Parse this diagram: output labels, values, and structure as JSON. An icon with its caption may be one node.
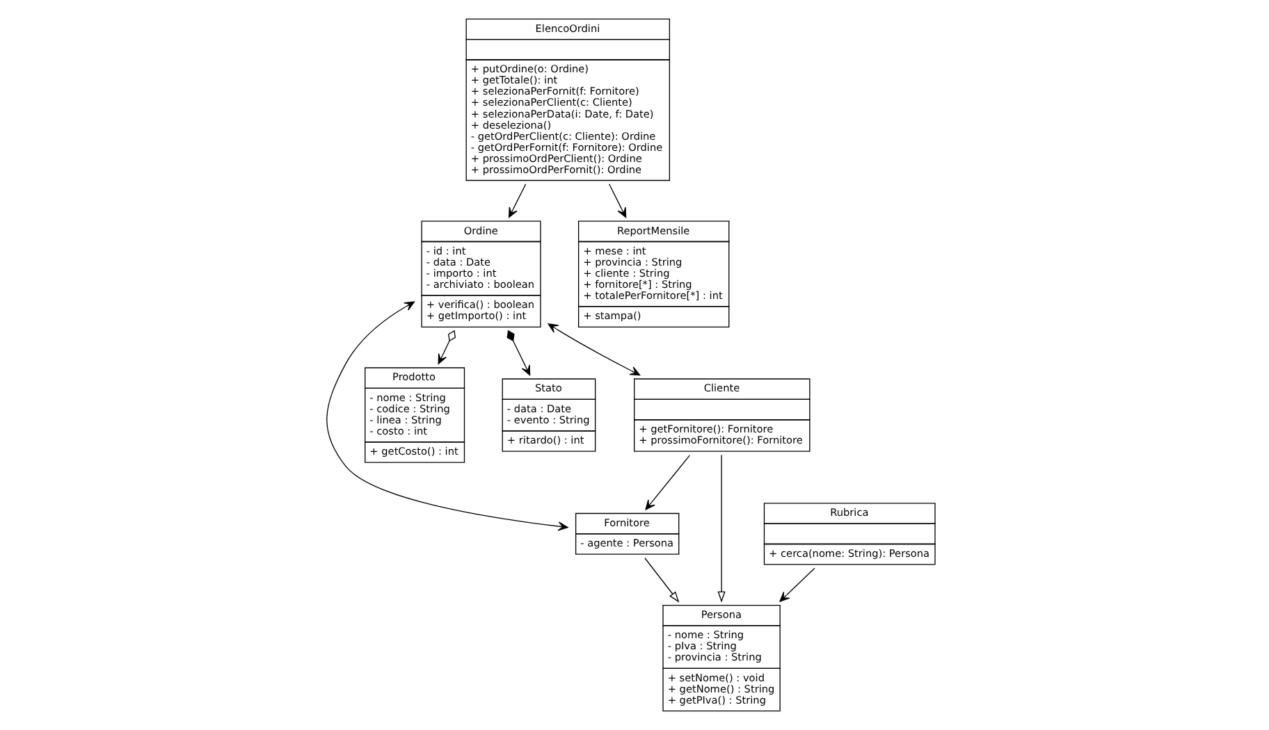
{
  "diagram": {
    "nodes": [
      {
        "text": [
          "ElencoOrdini",
          "+ putOrdine(o: Ordine)",
          "+ getTotale(): int",
          "+ selezionaPerFornit(f: Fornitore)",
          "+ selezionaPerClient(c: Cliente)",
          "+ selezionaPerData(i: Date, f: Date)",
          "+ deseleziona()",
          "- getOrdPerClient(c: Cliente): Ordine",
          "- getOrdPerFornit(f: Fornitore): Ordine",
          "+ prossimoOrdPerClient(): Ordine",
          "+ prossimoOrdPerFornit(): Ordine"
        ]
      },
      {
        "text": [
          "Rubrica",
          "+ cerca(nome: String): Persona"
        ]
      },
      {
        "text": [
          "Persona",
          "- nome : String",
          "- pIva : String",
          "- provincia : String",
          "+ setNome() : void",
          "+ getNome() : String",
          "+ getPIva() : String"
        ]
      },
      {
        "text": [
          "Ordine",
          "- id : int",
          "- data : Date",
          "- importo : int",
          "- archiviato : boolean",
          "+ verifica() : boolean",
          "+ getImporto() : int"
        ]
      },
      {
        "text": [
          "Fornitore",
          "- agente : Persona"
        ]
      },
      {
        "text": [
          "ReportMensile",
          "+ mese : int",
          "+ provincia : String",
          "+ cliente : String",
          "+ fornitore[*] : String",
          "+ totalePerFornitore[*] : int",
          "+ stampa()"
        ]
      },
      {
        "text": [
          "Prodotto",
          "- nome : String",
          "- codice : String",
          "- linea : String",
          "- costo : int",
          "+ getCosto() : int"
        ]
      },
      {
        "text": [
          "Stato",
          "- data : Date",
          "- evento : String",
          "+ ritardo() : int"
        ]
      },
      {
        "text": [
          "Cliente",
          "+ getFornitore(): Fornitore",
          "+ prossimoFornitore(): Fornitore"
        ]
      }
    ],
    "edges": [
      {
        "from": 1,
        "to": 2,
        "arrow": "to"
      },
      {
        "from": 0,
        "to": 3,
        "arrow": "to"
      },
      {
        "from": 0,
        "to": 5,
        "arrow": "to"
      },
      {
        "from": 3,
        "to": 4,
        "arrow": "both"
      },
      {
        "from": 3,
        "to": 6,
        "arrow": "to"
      },
      {
        "from": 3,
        "to": 7,
        "arrow": "to"
      },
      {
        "from": 3,
        "to": 8,
        "arrow": "both"
      },
      {
        "from": 4,
        "to": 2,
        "arrow": "to"
      },
      {
        "from": 8,
        "to": 2,
        "arrow": "to"
      },
      {
        "from": 8,
        "to": 4,
        "arrow": "to"
      }
    ]
  }
}
